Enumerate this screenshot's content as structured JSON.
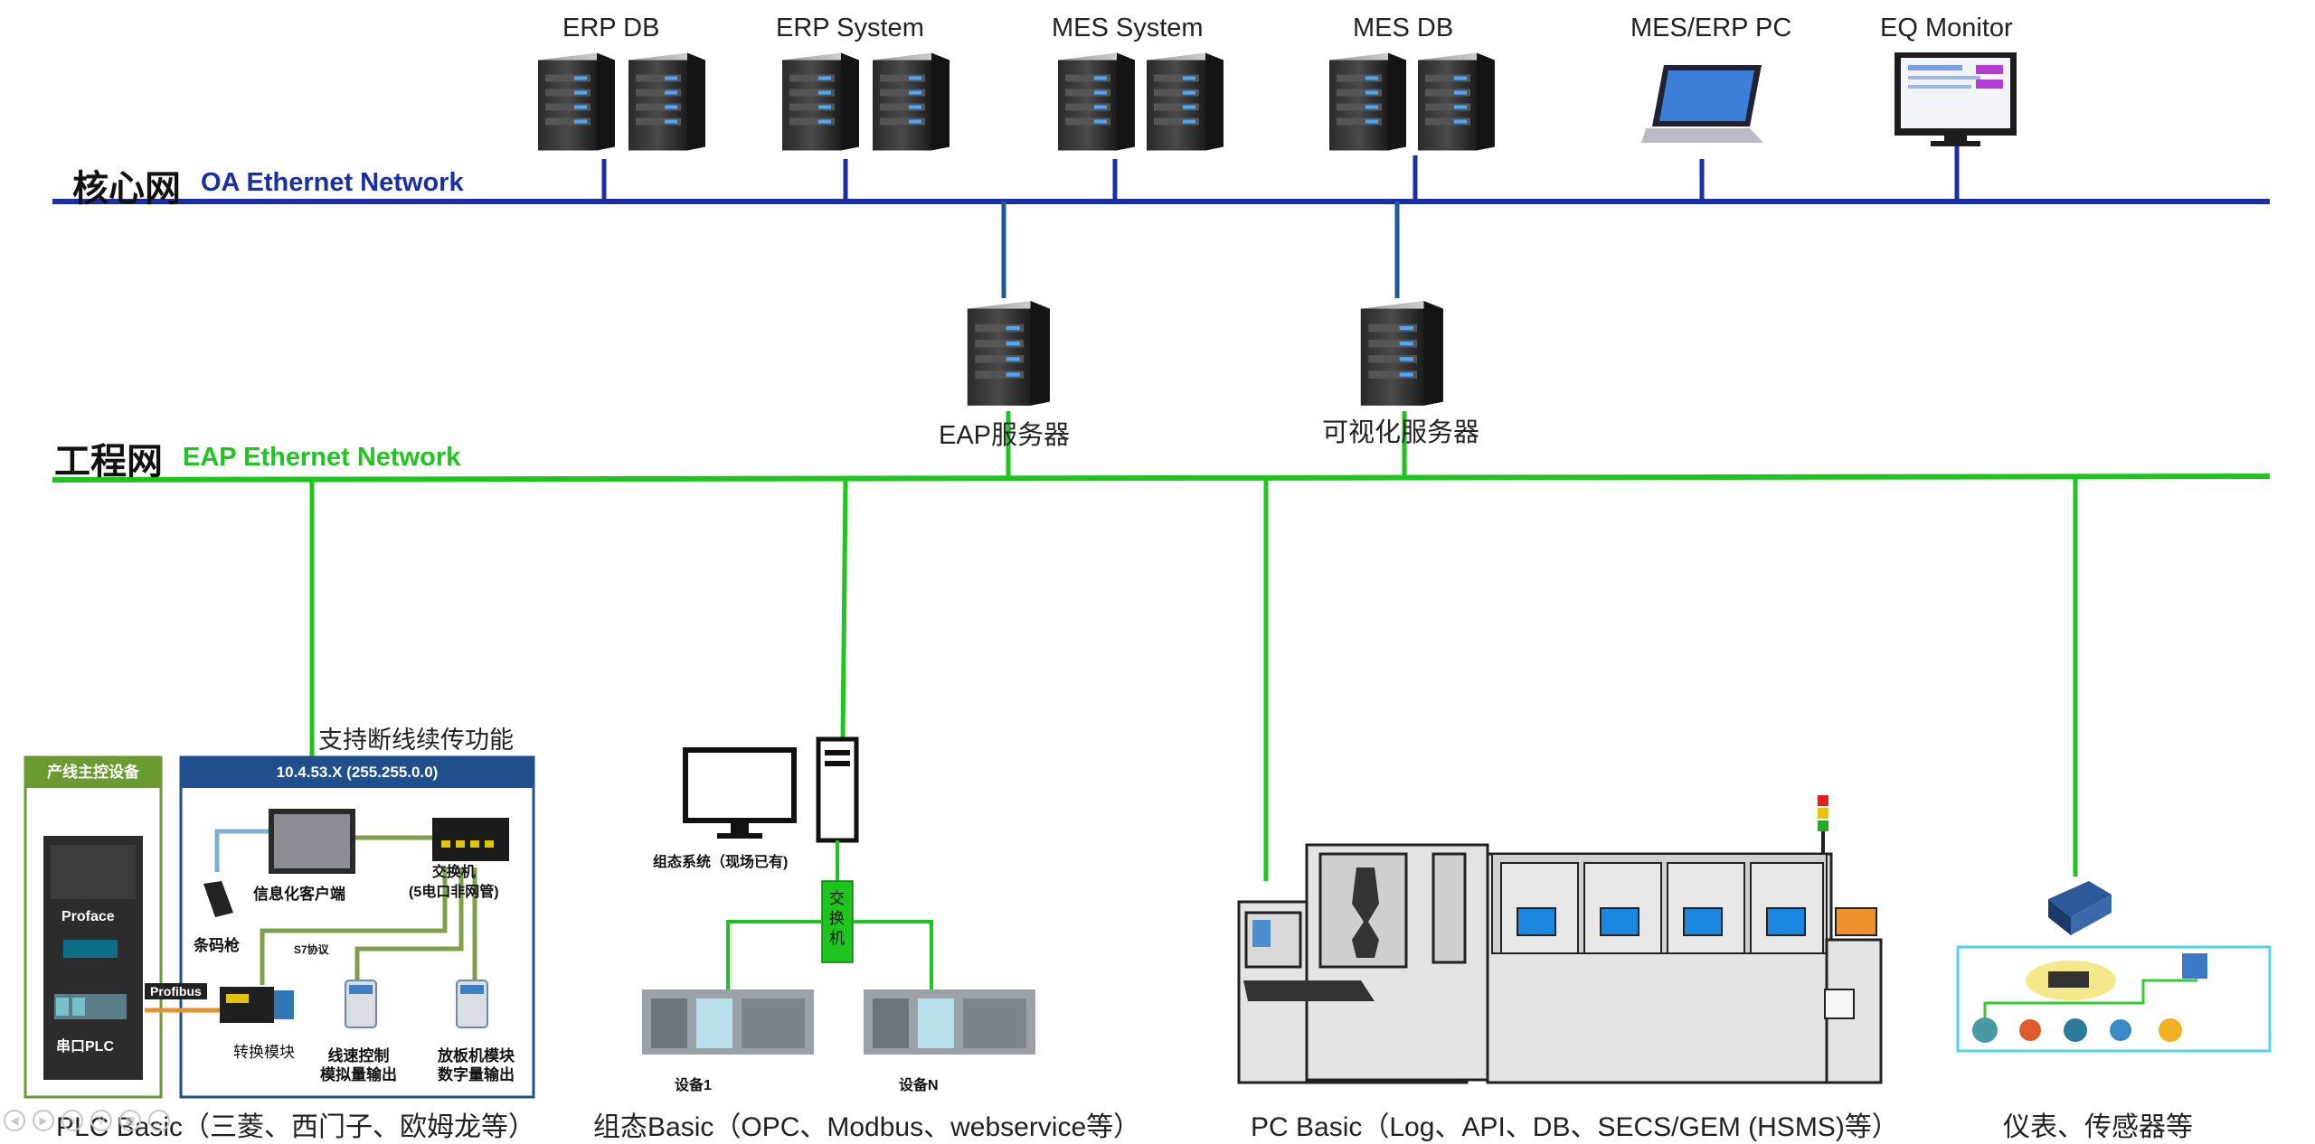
{
  "networks": {
    "oa": {
      "cn": "核心网",
      "en": "OA Ethernet Network",
      "color": "#1a2ea8"
    },
    "eap": {
      "cn": "工程网",
      "en": "EAP Ethernet Network",
      "color": "#1ec51e"
    }
  },
  "oa_nodes": [
    "ERP DB",
    "ERP System",
    "MES System",
    "MES DB",
    "MES/ERP PC",
    "EQ Monitor"
  ],
  "servers": {
    "eap": "EAP服务器",
    "visual": "可视化服务器"
  },
  "plc": {
    "feature_note": "支持断线续传功能",
    "cabinet_header": "产线主控设备",
    "network_header": "10.4.53.X (255.255.0.0)",
    "proface": "Proface",
    "serial_plc": "串口PLC",
    "profibus": "Profibus",
    "client": "信息化客户端",
    "switch": "交换机\n(5电口非网管)",
    "barcode": "条码枪",
    "s7": "S7协议",
    "converter": "转换模块",
    "line_speed": "线速控制\n模拟量输出",
    "board_module": "放板机模块\n数字量输出",
    "footer": "PLC Basic（三菱、西门子、欧姆龙等）"
  },
  "config": {
    "system": "组态系统（现场已有)",
    "switch": "交\n换\n机",
    "device1": "设备1",
    "deviceN": "设备N",
    "footer": "组态Basic（OPC、Modbus、webservice等）"
  },
  "pc": {
    "footer": "PC Basic（Log、API、DB、SECS/GEM (HSMS)等）"
  },
  "sensor": {
    "footer": "仪表、传感器等"
  },
  "icons": [
    "server-icon",
    "laptop-icon",
    "monitor-icon",
    "cabinet-icon",
    "touch-panel-icon",
    "network-switch-icon",
    "barcode-scanner-icon",
    "io-module-icon",
    "desktop-pc-icon",
    "siemens-plc-icon",
    "reflow-oven-icon",
    "signal-tower-icon",
    "gateway-icon",
    "sensor-icon"
  ]
}
